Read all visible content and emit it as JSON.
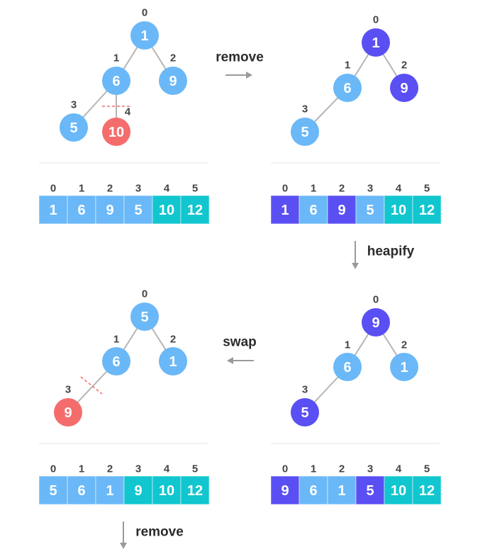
{
  "colors": {
    "node_default": "#6ab8f7",
    "node_highlight": "#5a4ff3",
    "node_removed": "#f56c6c",
    "cell_default": "#6ab8f7",
    "cell_highlight": "#5a4ff3",
    "cell_sorted": "#11c6cf",
    "edge": "#b5b5b5",
    "arrow": "#9a9a9a",
    "cut_line": "#f56c6c",
    "label": "#444444",
    "divider": "#e3e3e3"
  },
  "steps": {
    "remove": "remove",
    "heapify": "heapify",
    "swap": "swap",
    "remove_next": "remove"
  },
  "panels": [
    {
      "id": "p1",
      "nodes": [
        {
          "index": "0",
          "value": "1",
          "state": "default"
        },
        {
          "index": "1",
          "value": "6",
          "state": "default"
        },
        {
          "index": "2",
          "value": "9",
          "state": "default"
        },
        {
          "index": "3",
          "value": "5",
          "state": "default"
        },
        {
          "index": "4",
          "value": "10",
          "state": "removed"
        }
      ],
      "array": [
        {
          "index": "0",
          "value": "1",
          "state": "default"
        },
        {
          "index": "1",
          "value": "6",
          "state": "default"
        },
        {
          "index": "2",
          "value": "9",
          "state": "default"
        },
        {
          "index": "3",
          "value": "5",
          "state": "default"
        },
        {
          "index": "4",
          "value": "10",
          "state": "sorted"
        },
        {
          "index": "5",
          "value": "12",
          "state": "sorted"
        }
      ]
    },
    {
      "id": "p2",
      "nodes": [
        {
          "index": "0",
          "value": "1",
          "state": "highlight"
        },
        {
          "index": "1",
          "value": "6",
          "state": "default"
        },
        {
          "index": "2",
          "value": "9",
          "state": "highlight"
        },
        {
          "index": "3",
          "value": "5",
          "state": "default"
        }
      ],
      "array": [
        {
          "index": "0",
          "value": "1",
          "state": "highlight"
        },
        {
          "index": "1",
          "value": "6",
          "state": "default"
        },
        {
          "index": "2",
          "value": "9",
          "state": "highlight"
        },
        {
          "index": "3",
          "value": "5",
          "state": "default"
        },
        {
          "index": "4",
          "value": "10",
          "state": "sorted"
        },
        {
          "index": "5",
          "value": "12",
          "state": "sorted"
        }
      ]
    },
    {
      "id": "p3",
      "nodes": [
        {
          "index": "0",
          "value": "5",
          "state": "default"
        },
        {
          "index": "1",
          "value": "6",
          "state": "default"
        },
        {
          "index": "2",
          "value": "1",
          "state": "default"
        },
        {
          "index": "3",
          "value": "9",
          "state": "removed"
        }
      ],
      "array": [
        {
          "index": "0",
          "value": "5",
          "state": "default"
        },
        {
          "index": "1",
          "value": "6",
          "state": "default"
        },
        {
          "index": "2",
          "value": "1",
          "state": "default"
        },
        {
          "index": "3",
          "value": "9",
          "state": "sorted"
        },
        {
          "index": "4",
          "value": "10",
          "state": "sorted"
        },
        {
          "index": "5",
          "value": "12",
          "state": "sorted"
        }
      ]
    },
    {
      "id": "p4",
      "nodes": [
        {
          "index": "0",
          "value": "9",
          "state": "highlight"
        },
        {
          "index": "1",
          "value": "6",
          "state": "default"
        },
        {
          "index": "2",
          "value": "1",
          "state": "default"
        },
        {
          "index": "3",
          "value": "5",
          "state": "highlight"
        }
      ],
      "array": [
        {
          "index": "0",
          "value": "9",
          "state": "highlight"
        },
        {
          "index": "1",
          "value": "6",
          "state": "default"
        },
        {
          "index": "2",
          "value": "1",
          "state": "default"
        },
        {
          "index": "3",
          "value": "5",
          "state": "highlight"
        },
        {
          "index": "4",
          "value": "10",
          "state": "sorted"
        },
        {
          "index": "5",
          "value": "12",
          "state": "sorted"
        }
      ]
    }
  ]
}
